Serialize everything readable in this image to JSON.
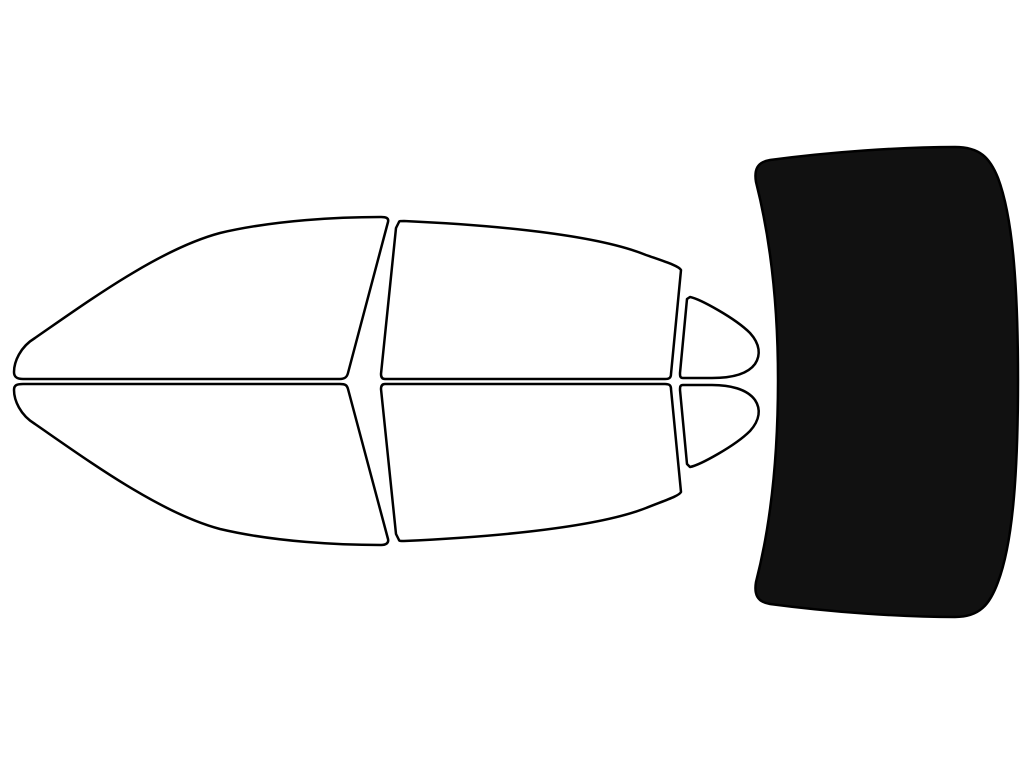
{
  "diagram": {
    "background_color": "#ffffff",
    "outline_color": "#000000",
    "unselected_fill": "#ffffff",
    "selected_fill": "#111111",
    "pieces": [
      {
        "id": "front-window-driver",
        "selected": false
      },
      {
        "id": "rear-window-driver",
        "selected": false
      },
      {
        "id": "quarter-window-driver",
        "selected": false
      },
      {
        "id": "front-window-passenger",
        "selected": false
      },
      {
        "id": "rear-window-passenger",
        "selected": false
      },
      {
        "id": "quarter-window-passenger",
        "selected": false
      },
      {
        "id": "rear-windshield",
        "selected": true
      }
    ]
  }
}
